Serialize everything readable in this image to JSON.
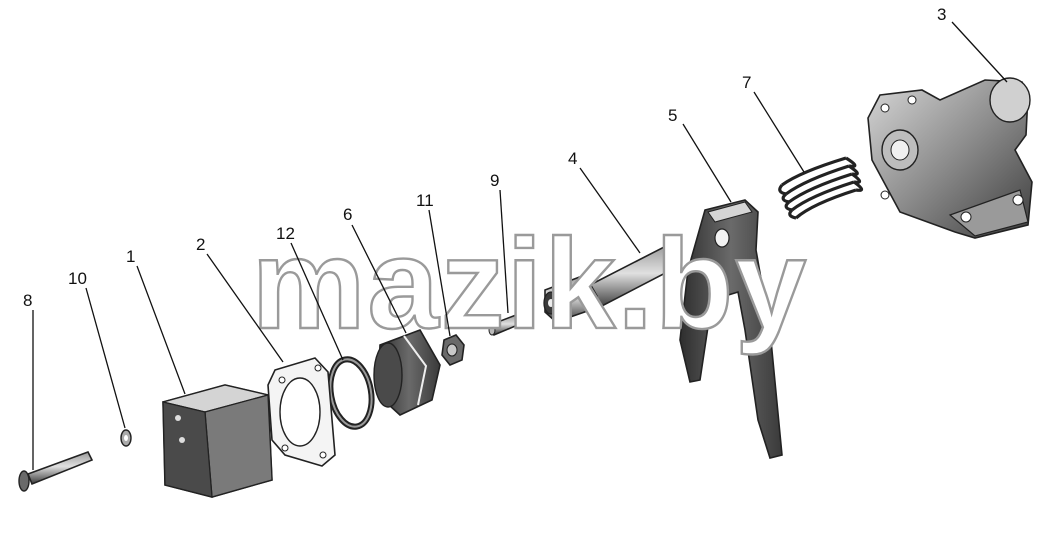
{
  "watermark": "mazik.by",
  "callouts": [
    "1",
    "2",
    "3",
    "4",
    "5",
    "6",
    "7",
    "8",
    "9",
    "10",
    "11",
    "12"
  ],
  "colors": {
    "ink": "#111111",
    "part_dark": "#3a3a3a",
    "part_mid": "#8a8a8a",
    "part_light": "#c8c8c8",
    "watermark_stroke": "#9a9a9a"
  }
}
